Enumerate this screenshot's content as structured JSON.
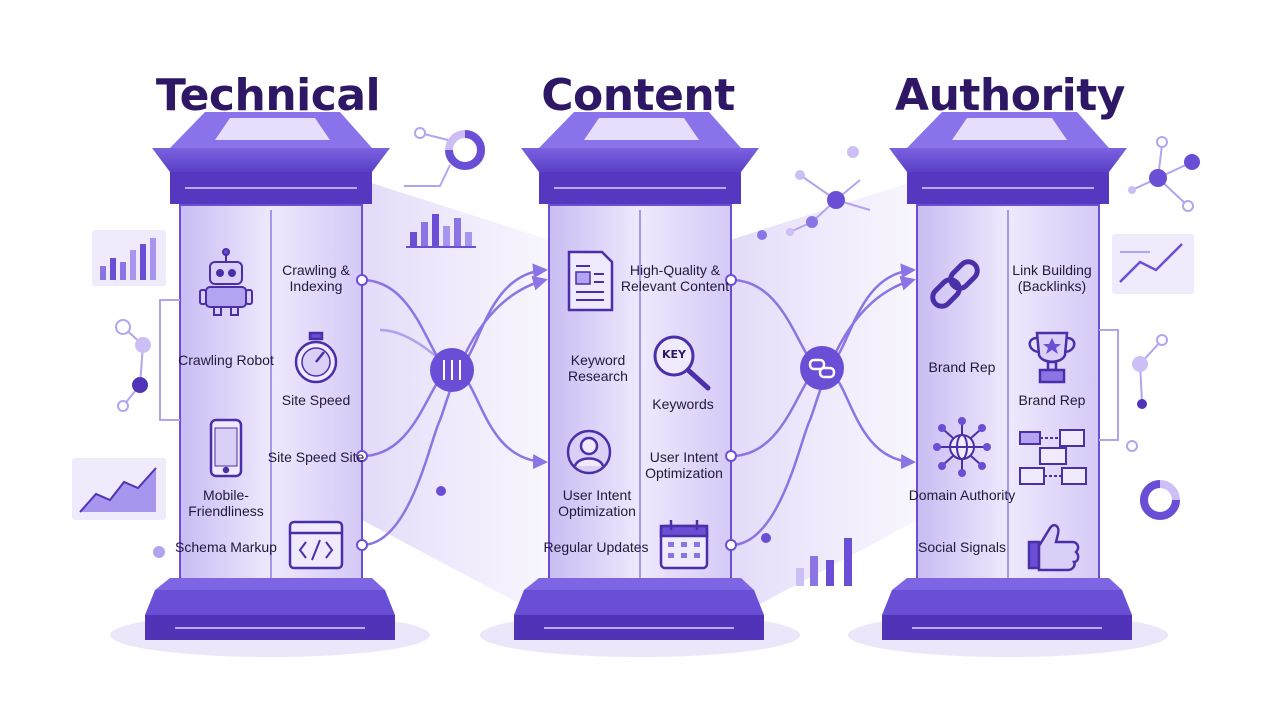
{
  "colors": {
    "primary": "#6a4fd6",
    "dark": "#4a2fa8",
    "light": "#ece6fb",
    "title": "#2e1765"
  },
  "pillars": [
    {
      "title": "Technical",
      "labels": [
        "Crawling & Indexing",
        "Crawling Robot",
        "Site Speed",
        "Site Speed Site",
        "Mobile-Friendliness",
        "Schema Markup"
      ],
      "icons": [
        "robot-icon",
        "stopwatch-icon",
        "smartphone-icon",
        "code-window-icon"
      ]
    },
    {
      "title": "Content",
      "labels": [
        "High-Quality & Relevant Content",
        "Keyword Research",
        "Keywords",
        "User Intent Optimization",
        "User Intent Optimization",
        "Regular Updates"
      ],
      "icons": [
        "document-icon",
        "keyword-magnifier-icon",
        "user-avatar-icon",
        "calendar-icon"
      ]
    },
    {
      "title": "Authority",
      "labels": [
        "Link Building (Backlinks)",
        "Brand Rep",
        "Brand Rep",
        "Domain Authority",
        "Social Signals"
      ],
      "icons": [
        "chain-link-icon",
        "trophy-icon",
        "network-globe-icon",
        "connected-cards-icon",
        "thumbs-up-icon"
      ],
      "key_text": "KEY"
    }
  ]
}
